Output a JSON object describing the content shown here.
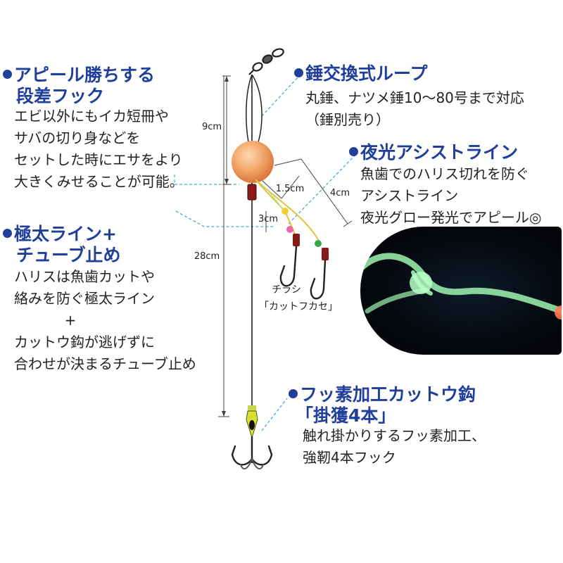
{
  "section_left_top": {
    "heading_lines": [
      "アピール勝ちする",
      "段差フック"
    ],
    "body_lines": [
      "エビ以外にもイカ短冊や",
      "サバの切り身などを",
      "セットした時にエサをより",
      "大きくみせることが可能。"
    ]
  },
  "section_left_mid": {
    "heading_lines": [
      "極太ライン+",
      "チューブ止め"
    ],
    "body_lines": [
      "ハリスは魚歯カットや",
      "絡みを防ぐ極太ライン",
      "+",
      "カットウ鈎が逃げずに",
      "合わせが決まるチューブ止め"
    ]
  },
  "section_right_top": {
    "heading": "錘交換式ループ",
    "body_lines": [
      "丸錘、ナツメ錘10～80号まで対応",
      "（錘別売り）"
    ]
  },
  "section_right_mid": {
    "heading": "夜光アシストライン",
    "body_lines": [
      "魚歯でのハリス切れを防ぐ",
      "アシストライン",
      "夜光グロー発光でアピール◎"
    ]
  },
  "section_right_bottom": {
    "heading_lines": [
      "フッ素加工カットウ鈎",
      "「掛獲4本」"
    ],
    "body_lines": [
      "触れ掛かりするフッ素加工、",
      "強靭4本フック"
    ]
  },
  "dimensions": {
    "loop_length": "9cm",
    "total_length": "28cm",
    "branch_gap": "1.5cm",
    "branch_short": "3cm",
    "branch_long": "4cm"
  },
  "bait_label": {
    "line1": "チラシ",
    "line2": "「カットフカセ」"
  },
  "colors": {
    "heading": "#1f3f9a",
    "sinker": "#f2a66a",
    "glow_line": "#8ef0a0",
    "leader_line": "#e6c23a",
    "dash_leader": "#4aa8e0"
  },
  "icons": [
    "bullet-icon",
    "swivel-icon",
    "sinker-icon",
    "treble-hook-icon",
    "single-hook-icon"
  ]
}
